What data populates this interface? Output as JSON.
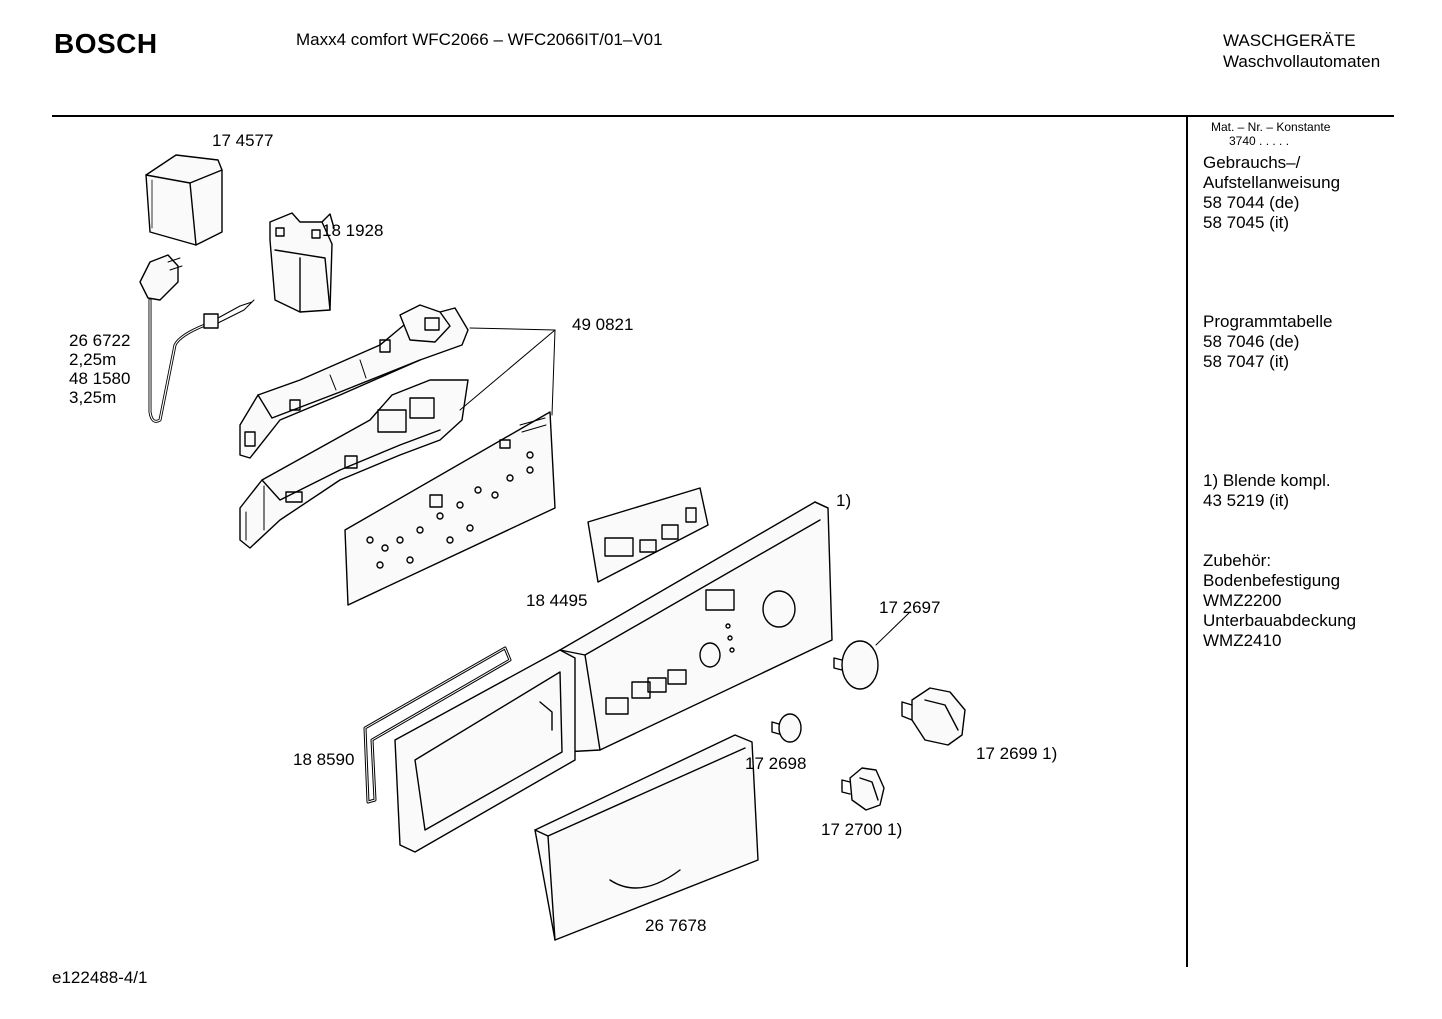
{
  "header": {
    "brand": "BOSCH",
    "model": "Maxx4 comfort WFC2066 – WFC2066IT/01–V01",
    "category_line1": "WASCHGERÄTE",
    "category_line2": "Waschvollautomaten"
  },
  "sidebar": {
    "mat_nr_label": "Mat. – Nr. – Konstante",
    "mat_nr_value": "3740  .  .  .  .  .",
    "gebrauch_title1": "Gebrauchs–/",
    "gebrauch_title2": "Aufstellanweisung",
    "gebrauch_de": "58 7044 (de)",
    "gebrauch_it": "58 7045 (it)",
    "programm_title": "Programmtabelle",
    "programm_de": "58 7046 (de)",
    "programm_it": "58 7047 (it)",
    "blende_title": "1) Blende kompl.",
    "blende_it": "43 5219 (it)",
    "zubehoer_title": "Zubehör:",
    "zubehoer_item1": "Bodenbefestigung",
    "zubehoer_item1_code": "WMZ2200",
    "zubehoer_item2": "Unterbauabdeckung",
    "zubehoer_item2_code": "WMZ2410"
  },
  "callouts": {
    "p174577": "17 4577",
    "p181928": "18 1928",
    "p266722": "26 6722",
    "len1": "2,25m",
    "p481580": "48 1580",
    "len2": "3,25m",
    "p490821": "49 0821",
    "note1": "1)",
    "p184495": "18 4495",
    "p172697": "17 2697",
    "p188590": "18 8590",
    "p172698": "17 2698",
    "p172699": "17 2699 1)",
    "p172700": "17 2700 1)",
    "p267678": "26 7678"
  },
  "footer": {
    "drawing_id": "e122488-4/1"
  }
}
